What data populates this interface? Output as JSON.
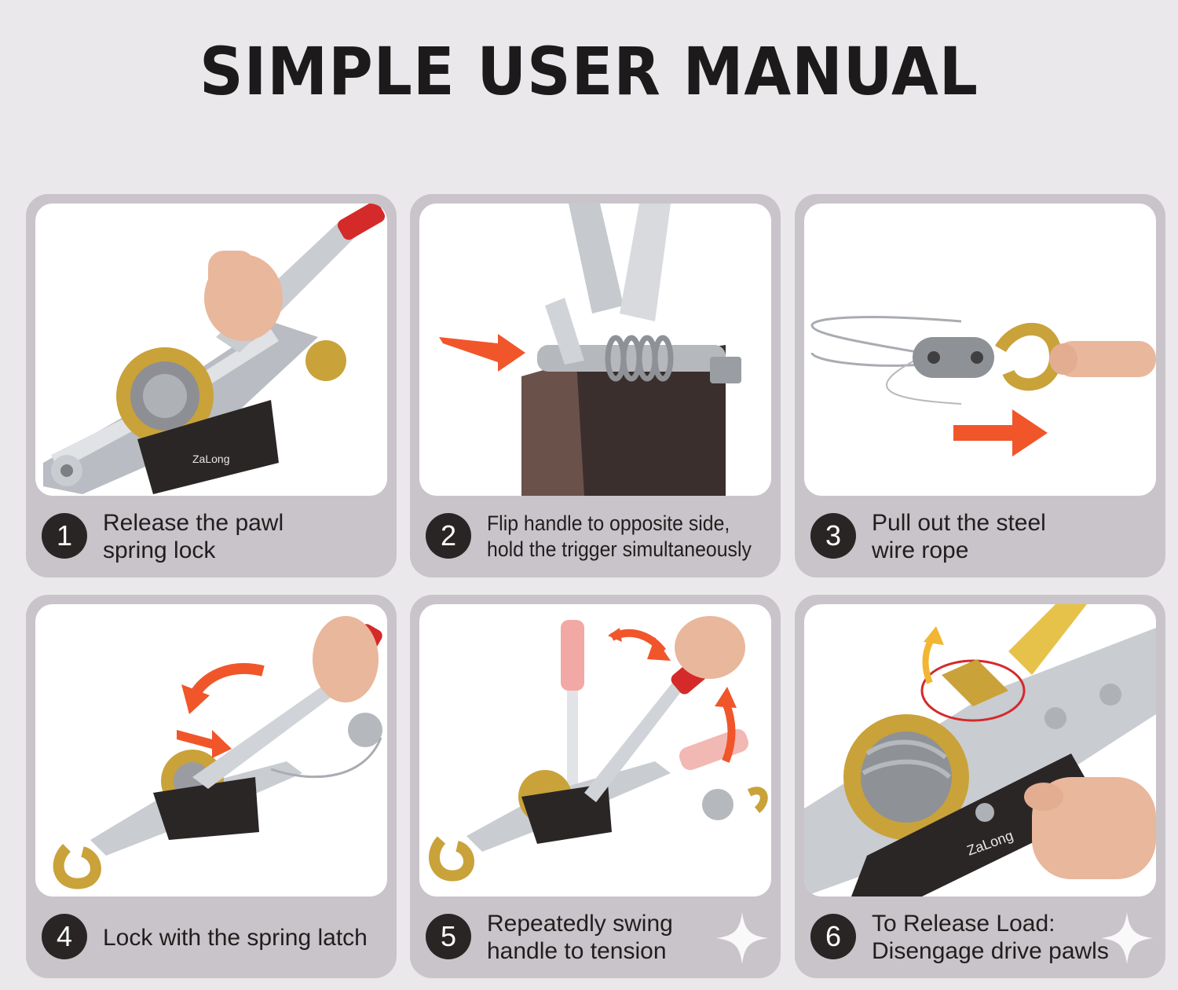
{
  "title": "SIMPLE USER MANUAL",
  "brand_mark": "ZaLong",
  "steps": [
    {
      "number": "1",
      "line1": "Release the pawl",
      "line2": "spring lock"
    },
    {
      "number": "2",
      "line1": "Flip handle to opposite side,",
      "line2": "hold the trigger simultaneously"
    },
    {
      "number": "3",
      "line1": "Pull out the steel",
      "line2": "wire rope"
    },
    {
      "number": "4",
      "line1": "Lock with the spring latch",
      "line2": ""
    },
    {
      "number": "5",
      "line1": "Repeatedly swing",
      "line2": "handle to tension"
    },
    {
      "number": "6",
      "line1": "To Release Load:",
      "line2": "Disengage drive pawls"
    }
  ],
  "colors": {
    "background": "#ebe8ec",
    "card": "#c9c4c9",
    "badge": "#2a2525",
    "arrow": "#f0562a",
    "handle_grip": "#d42a2a"
  },
  "icons": [
    "sparkle-icon",
    "direction-arrow-icon"
  ]
}
